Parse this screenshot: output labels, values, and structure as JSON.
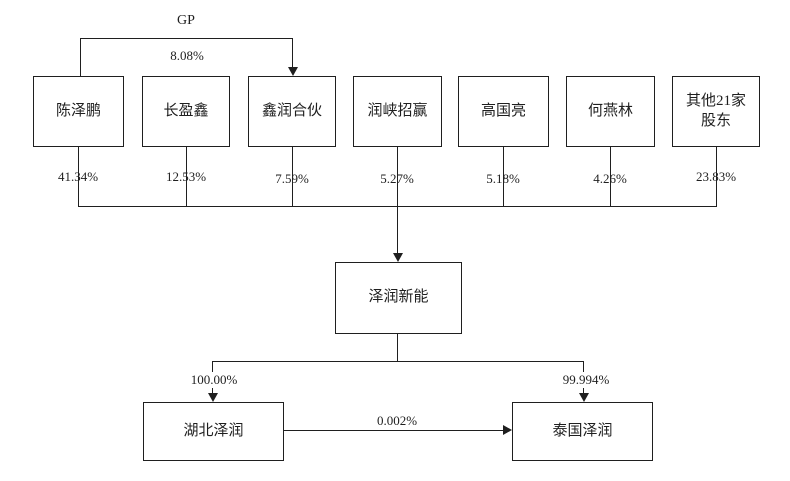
{
  "diagram": {
    "title_hint": "equity-ownership-structure",
    "gp": {
      "label": "GP",
      "percent": "8.08%"
    },
    "shareholders": [
      {
        "name": "陈泽鹏",
        "percent": "41.34%"
      },
      {
        "name": "长盈鑫",
        "percent": "12.53%"
      },
      {
        "name": "鑫润合伙",
        "percent": "7.59%"
      },
      {
        "name": "润峡招赢",
        "percent": "5.27%"
      },
      {
        "name": "高国亮",
        "percent": "5.18%"
      },
      {
        "name": "何燕林",
        "percent": "4.26%"
      },
      {
        "name": "其他21家\n股东",
        "percent": "23.83%"
      }
    ],
    "parent_company": {
      "name": "泽润新能"
    },
    "subsidiaries": [
      {
        "name": "湖北泽润",
        "percent": "100.00%"
      },
      {
        "name": "泰国泽润",
        "percent": "99.994%"
      }
    ],
    "cross_holding": {
      "percent": "0.002%"
    },
    "colors": {
      "line": "#1f1f1f",
      "text": "#1f1f1f",
      "background": "#ffffff"
    }
  }
}
